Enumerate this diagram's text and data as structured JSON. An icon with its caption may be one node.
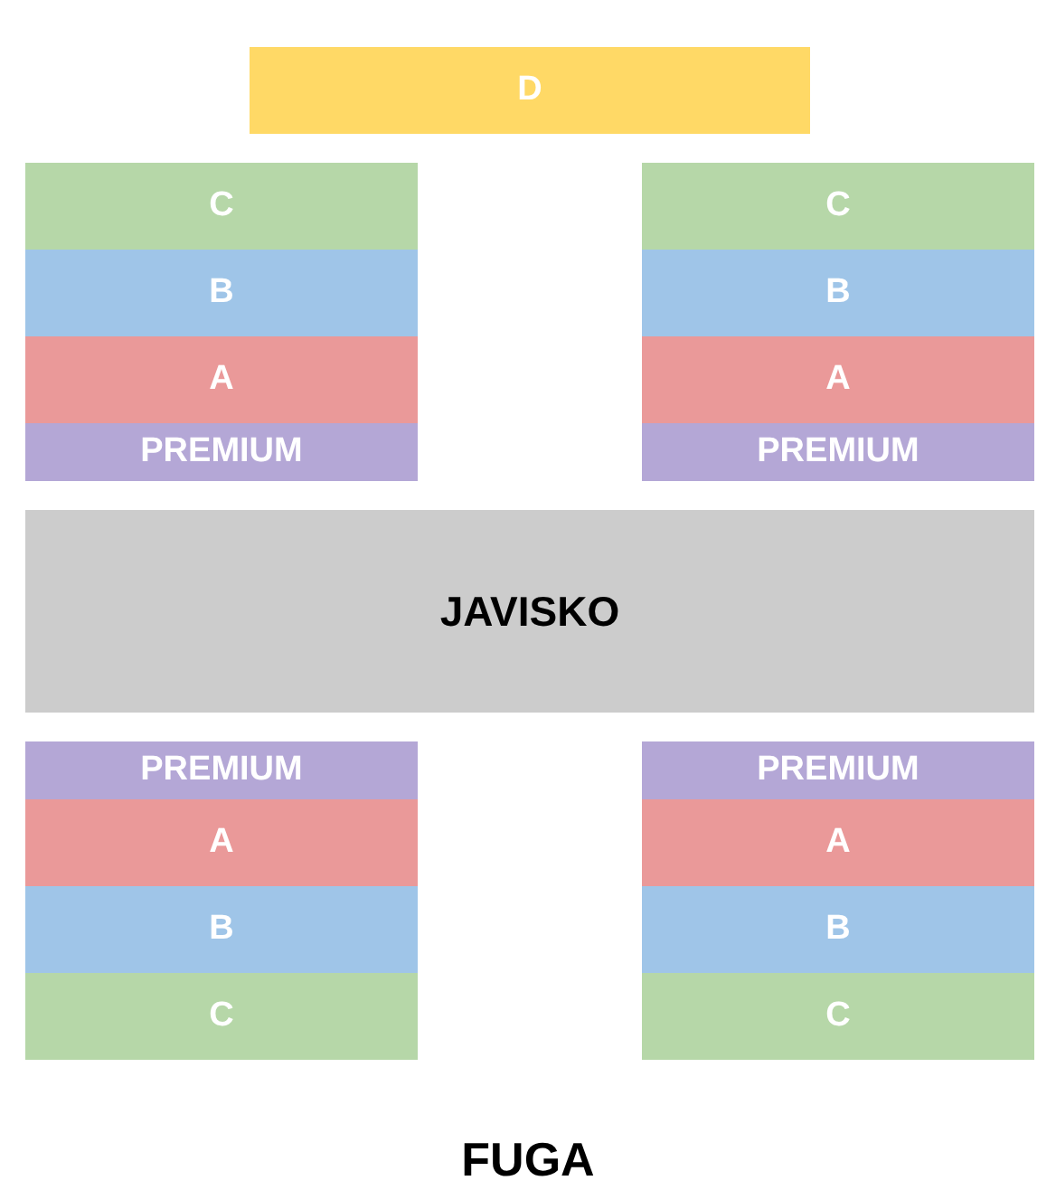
{
  "diagram": {
    "nodes": [
      {
        "text": [
          "D"
        ]
      },
      {
        "text": [
          "C"
        ]
      },
      {
        "text": [
          "C"
        ]
      },
      {
        "text": [
          "B"
        ]
      },
      {
        "text": [
          "B"
        ]
      },
      {
        "text": [
          "A"
        ]
      },
      {
        "text": [
          "A"
        ]
      },
      {
        "text": [
          "PREMIUM"
        ]
      },
      {
        "text": [
          "PREMIUM"
        ]
      },
      {
        "text": [
          "JAVISKO"
        ]
      },
      {
        "text": [
          "PREMIUM"
        ]
      },
      {
        "text": [
          "PREMIUM"
        ]
      },
      {
        "text": [
          "A"
        ]
      },
      {
        "text": [
          "A"
        ]
      },
      {
        "text": [
          "B"
        ]
      },
      {
        "text": [
          "B"
        ]
      },
      {
        "text": [
          "C"
        ]
      },
      {
        "text": [
          "C"
        ]
      }
    ],
    "labels": [
      "FUGA"
    ]
  }
}
